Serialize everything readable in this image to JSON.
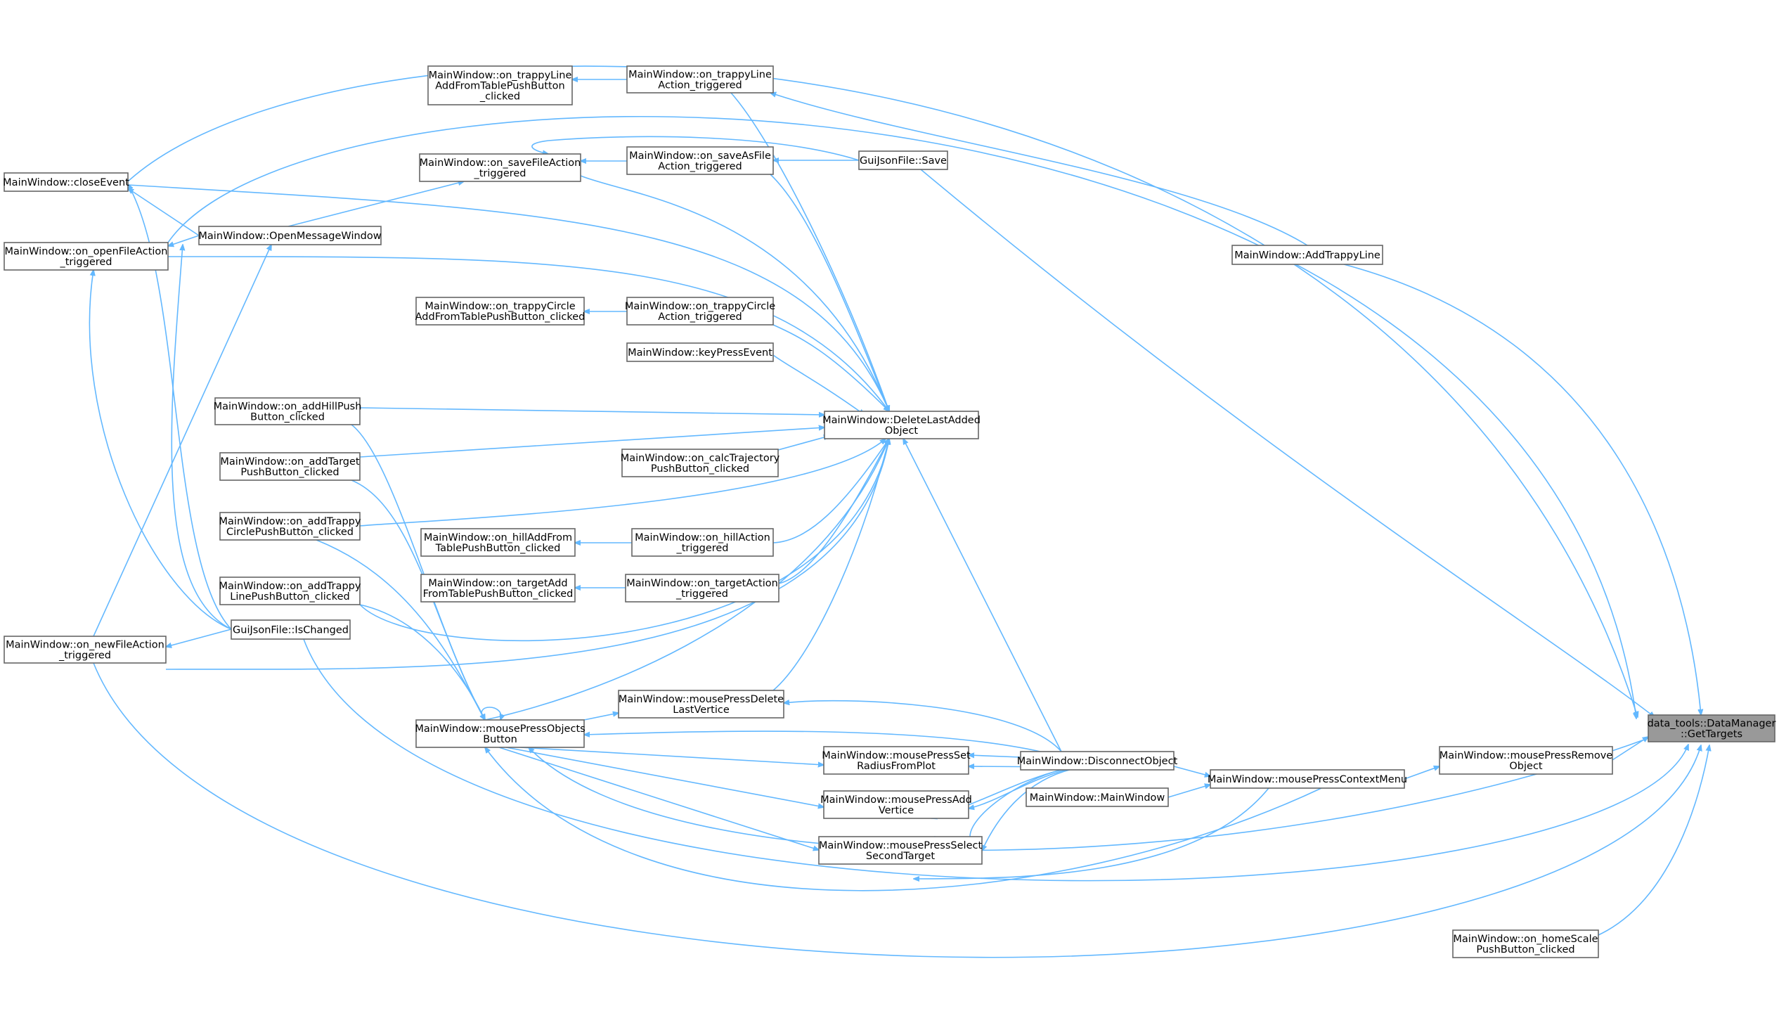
{
  "diagram": {
    "root": "data_tools::DataManager\n::GetTargets",
    "nodes": [
      {
        "id": "closeEvent",
        "label": "MainWindow::closeEvent"
      },
      {
        "id": "openFile",
        "label": "MainWindow::on_openFileAction\n_triggered"
      },
      {
        "id": "newFile",
        "label": "MainWindow::on_newFileAction\n_triggered"
      },
      {
        "id": "openMsg",
        "label": "MainWindow::OpenMessageWindow"
      },
      {
        "id": "addHill",
        "label": "MainWindow::on_addHillPush\nButton_clicked"
      },
      {
        "id": "addTarget",
        "label": "MainWindow::on_addTarget\nPushButton_clicked"
      },
      {
        "id": "addTrappyCircle",
        "label": "MainWindow::on_addTrappy\nCirclePushButton_clicked"
      },
      {
        "id": "addTrappyLine",
        "label": "MainWindow::on_addTrappy\nLinePushButton_clicked"
      },
      {
        "id": "isChanged",
        "label": "GuiJsonFile::IsChanged"
      },
      {
        "id": "trappyLineAdd",
        "label": "MainWindow::on_trappyLine\nAddFromTablePushButton\n_clicked"
      },
      {
        "id": "saveFile",
        "label": "MainWindow::on_saveFileAction\n_triggered"
      },
      {
        "id": "trappyCircleAdd",
        "label": "MainWindow::on_trappyCircle\nAddFromTablePushButton_clicked"
      },
      {
        "id": "hillAdd",
        "label": "MainWindow::on_hillAddFrom\nTablePushButton_clicked"
      },
      {
        "id": "targetAdd",
        "label": "MainWindow::on_targetAdd\nFromTablePushButton_clicked"
      },
      {
        "id": "mpObjects",
        "label": "MainWindow::mousePressObjects\nButton"
      },
      {
        "id": "trappyLineAct",
        "label": "MainWindow::on_trappyLine\nAction_triggered"
      },
      {
        "id": "saveAs",
        "label": "MainWindow::on_saveAsFile\nAction_triggered"
      },
      {
        "id": "trappyCircleAct",
        "label": "MainWindow::on_trappyCircle\nAction_triggered"
      },
      {
        "id": "keyPress",
        "label": "MainWindow::keyPressEvent"
      },
      {
        "id": "calcTraj",
        "label": "MainWindow::on_calcTrajectory\nPushButton_clicked"
      },
      {
        "id": "hillAct",
        "label": "MainWindow::on_hillAction\n_triggered"
      },
      {
        "id": "targetAct",
        "label": "MainWindow::on_targetAction\n_triggered"
      },
      {
        "id": "mpDeleteLast",
        "label": "MainWindow::mousePressDelete\nLastVertice"
      },
      {
        "id": "mpSetRadius",
        "label": "MainWindow::mousePressSet\nRadiusFromPlot"
      },
      {
        "id": "mpAddVertice",
        "label": "MainWindow::mousePressAdd\nVertice"
      },
      {
        "id": "mpSelectSecond",
        "label": "MainWindow::mousePressSelect\nSecondTarget"
      },
      {
        "id": "save",
        "label": "GuiJsonFile::Save"
      },
      {
        "id": "deleteLast",
        "label": "MainWindow::DeleteLastAdded\nObject"
      },
      {
        "id": "disconnect",
        "label": "MainWindow::DisconnectObject"
      },
      {
        "id": "mainWindow",
        "label": "MainWindow::MainWindow"
      },
      {
        "id": "addTrappyLineFn",
        "label": "MainWindow::AddTrappyLine"
      },
      {
        "id": "mpContext",
        "label": "MainWindow::mousePressContextMenu"
      },
      {
        "id": "mpRemove",
        "label": "MainWindow::mousePressRemove\nObject"
      },
      {
        "id": "homeScale",
        "label": "MainWindow::on_homeScale\nPushButton_clicked"
      }
    ]
  }
}
